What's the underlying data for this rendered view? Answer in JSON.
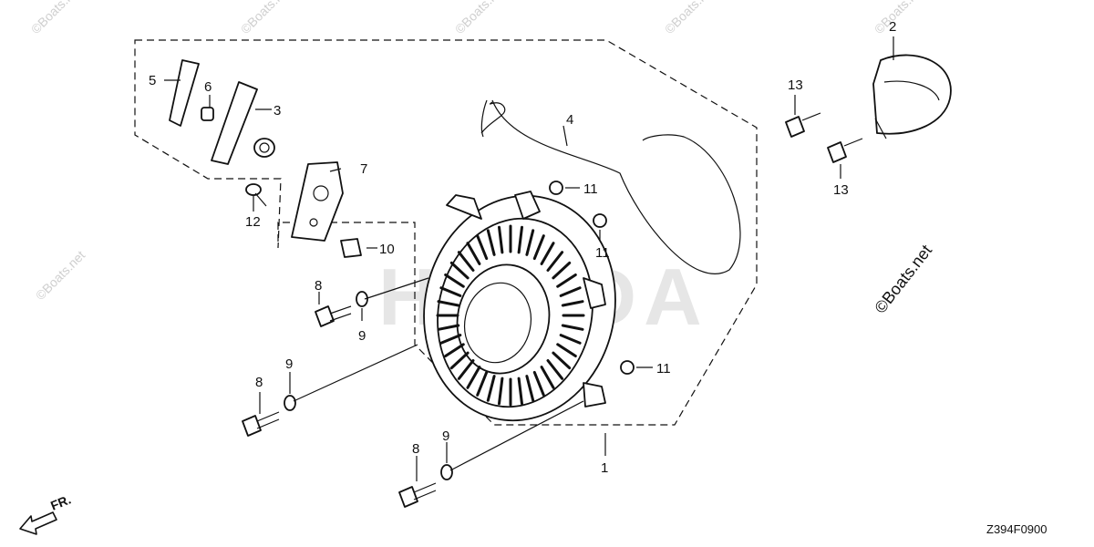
{
  "diagram": {
    "brand_watermark": "HONDA",
    "site_watermark": "©Boats.net",
    "corner_watermark": "©Boats.net",
    "direction_label": "FR.",
    "diagram_code": "Z394F0900",
    "callouts": {
      "c1": "1",
      "c2": "2",
      "c3": "3",
      "c4": "4",
      "c5": "5",
      "c6": "6",
      "c7": "7",
      "c8a": "8",
      "c8b": "8",
      "c8c": "8",
      "c9a": "9",
      "c9b": "9",
      "c9c": "9",
      "c10": "10",
      "c11a": "11",
      "c11b": "11",
      "c11c": "11",
      "c12": "12",
      "c13a": "13",
      "c13b": "13"
    }
  }
}
